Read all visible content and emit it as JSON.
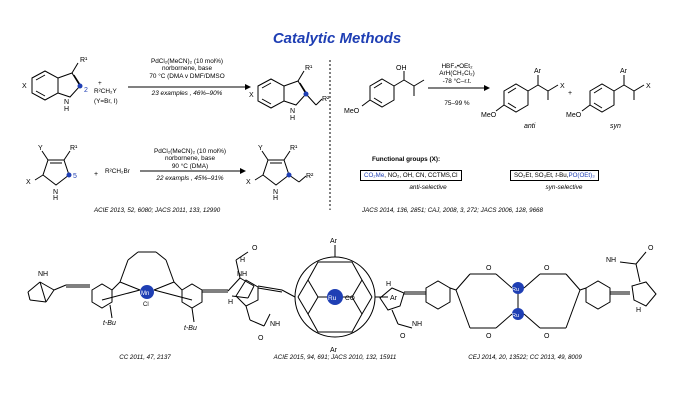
{
  "title": "Catalytic Methods",
  "rxn1": {
    "reagent": "R²CH₂Y",
    "reagent_note": "(Y=Br, I)",
    "conditions": [
      "PdCl₂(MeCN)₂ (10 mol%)",
      "norbornene, base",
      "70 °C (DMA v DMF/DMSO"
    ],
    "scope": "23 examples , 46%–90%"
  },
  "rxn2": {
    "reagent": "R²CH₂Br",
    "conditions": [
      "PdCl₂(MeCN)₂ (10 mol%)",
      "norbornene, base",
      "90 °C (DMA)"
    ],
    "scope": "22 exampls , 45%–91%"
  },
  "left_refs": "ACIE 2013, 52, 6080; JACS 2011, 133, 12990",
  "rxn3": {
    "conditions": [
      "HBF₄•OEt₂",
      "ArH(CH₂Cl₂)",
      "-78 °C–r.t."
    ],
    "yield": "75–99 %",
    "anti_label": "anti",
    "syn_label": "syn"
  },
  "functional_groups": {
    "heading": "Functional groups (X):",
    "anti": [
      "CO₂Me",
      ", NO₂, OH, CN, CCTMS,Cl"
    ],
    "anti_label": "anti-selective",
    "syn": [
      "SO₂Et, SO₃Et, ",
      "t",
      "-Bu,",
      "PO(OEt)₃"
    ],
    "syn_label": "syn-selective"
  },
  "right_refs": "JACS 2014, 136, 2851; CAJ, 2008, 3, 272; JACS 2006, 128, 9668",
  "bottom_refs": [
    "CC 2011, 47, 2137",
    "ACIE 2015, 94, 691; JACS 2010, 132, 15911",
    "CEJ 2014, 20, 13522; CC 2013, 49, 8009"
  ],
  "atoms": {
    "X": "X",
    "R1": "R¹",
    "R2": "R²",
    "Y": "Y",
    "N": "N",
    "H": "H",
    "two": "2",
    "five": "5",
    "OH": "OH",
    "MeO": "MeO",
    "Ar": "Ar",
    "tBu": "t-Bu",
    "NH": "NH",
    "O": "O",
    "Mn": "Mn",
    "Cl": "Cl",
    "Ru": "Ru",
    "CO": "CO",
    "plus": "+"
  },
  "colors": {
    "title": "#1f3fb4",
    "metal": "#1f3fb4",
    "highlight": "#1f3fb4"
  }
}
